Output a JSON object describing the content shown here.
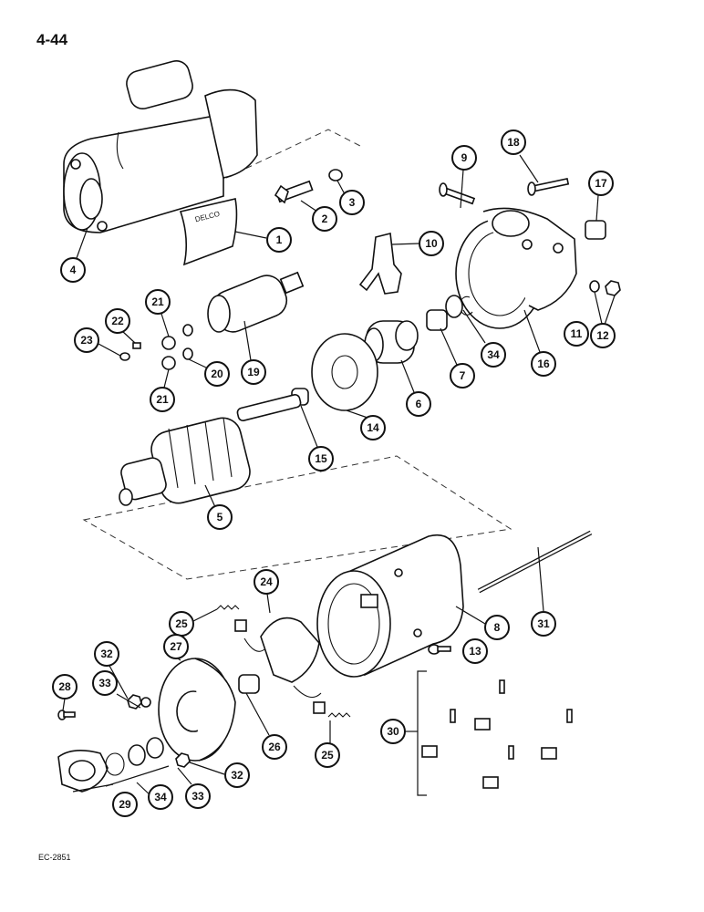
{
  "page_number": "4-44",
  "figure_code": "EC-2851",
  "label_plate_text": "DELCO",
  "callouts": [
    {
      "id": "c1",
      "label": "1"
    },
    {
      "id": "c2",
      "label": "2"
    },
    {
      "id": "c3",
      "label": "3"
    },
    {
      "id": "c4",
      "label": "4"
    },
    {
      "id": "c5",
      "label": "5"
    },
    {
      "id": "c6",
      "label": "6"
    },
    {
      "id": "c7",
      "label": "7"
    },
    {
      "id": "c8",
      "label": "8"
    },
    {
      "id": "c9",
      "label": "9"
    },
    {
      "id": "c10",
      "label": "10"
    },
    {
      "id": "c11",
      "label": "11"
    },
    {
      "id": "c12",
      "label": "12"
    },
    {
      "id": "c13",
      "label": "13"
    },
    {
      "id": "c14",
      "label": "14"
    },
    {
      "id": "c15",
      "label": "15"
    },
    {
      "id": "c16",
      "label": "16"
    },
    {
      "id": "c17",
      "label": "17"
    },
    {
      "id": "c18",
      "label": "18"
    },
    {
      "id": "c19",
      "label": "19"
    },
    {
      "id": "c20",
      "label": "20"
    },
    {
      "id": "c21a",
      "label": "21"
    },
    {
      "id": "c21b",
      "label": "21"
    },
    {
      "id": "c22",
      "label": "22"
    },
    {
      "id": "c23",
      "label": "23"
    },
    {
      "id": "c24",
      "label": "24"
    },
    {
      "id": "c25a",
      "label": "25"
    },
    {
      "id": "c25b",
      "label": "25"
    },
    {
      "id": "c26",
      "label": "26"
    },
    {
      "id": "c27",
      "label": "27"
    },
    {
      "id": "c28",
      "label": "28"
    },
    {
      "id": "c29",
      "label": "29"
    },
    {
      "id": "c30",
      "label": "30"
    },
    {
      "id": "c31",
      "label": "31"
    },
    {
      "id": "c32a",
      "label": "32"
    },
    {
      "id": "c32b",
      "label": "32"
    },
    {
      "id": "c33a",
      "label": "33"
    },
    {
      "id": "c33b",
      "label": "33"
    },
    {
      "id": "c34a",
      "label": "34"
    },
    {
      "id": "c34b",
      "label": "34"
    }
  ]
}
